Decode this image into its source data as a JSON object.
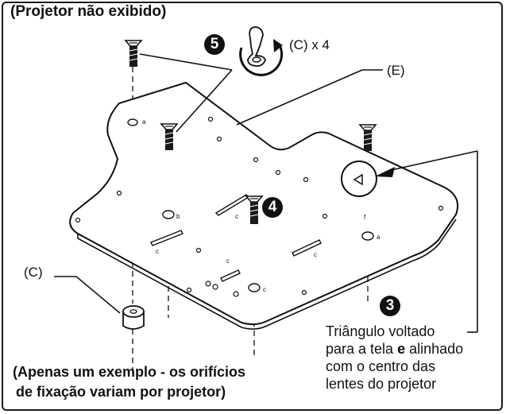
{
  "title": "(Projetor não exibido)",
  "step_labels": {
    "step5": "5",
    "step4": "4",
    "step3": "3"
  },
  "screw_callout": "(C) x 4",
  "plate_label": "(E)",
  "spacer_label": "(C)",
  "triangle_note": {
    "line1": "Triângulo voltado",
    "line2_pre": "para a tela ",
    "line2_bold": "e",
    "line2_post": " alinhado",
    "line3": "com o centro das",
    "line4": "lentes do projetor"
  },
  "footer": {
    "line1": "(Apenas um exemplo - os orifícios",
    "line2": "de fixação variam por projetor)"
  },
  "colors": {
    "ink": "#111111",
    "badge": "#111111",
    "screw": "#1a1a1a"
  }
}
